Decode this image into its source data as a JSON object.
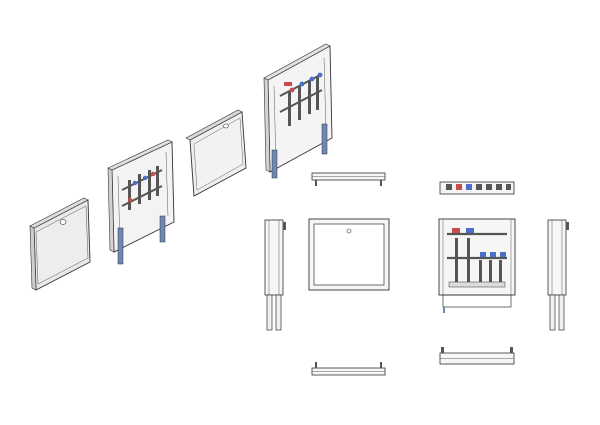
{
  "drawing": {
    "views": [
      {
        "key": "iso-door-closed",
        "kind": "isometric",
        "label": ""
      },
      {
        "key": "iso-open-manifold",
        "kind": "isometric",
        "label": ""
      },
      {
        "key": "iso-door-panel",
        "kind": "isometric",
        "label": ""
      },
      {
        "key": "iso-cabinet-manifold",
        "kind": "isometric",
        "label": ""
      },
      {
        "key": "front-door-closed",
        "kind": "orthographic",
        "label": ""
      },
      {
        "key": "front-open-manifold",
        "kind": "orthographic",
        "label": ""
      },
      {
        "key": "side-left",
        "kind": "orthographic",
        "label": ""
      },
      {
        "key": "side-right",
        "kind": "orthographic",
        "label": ""
      },
      {
        "key": "top-view",
        "kind": "orthographic",
        "label": ""
      },
      {
        "key": "bottom-view",
        "kind": "orthographic",
        "label": ""
      },
      {
        "key": "top-view-manifold",
        "kind": "orthographic",
        "label": ""
      },
      {
        "key": "bottom-view-manifold",
        "kind": "orthographic",
        "label": ""
      }
    ],
    "colors": {
      "line": "#3a3a3a",
      "door_fill": "#ececec",
      "frame_fill": "#f6f6f6",
      "pipe_blue": "#4a6fc7",
      "pipe_red": "#c94a4a",
      "legs": "#6f86b8"
    }
  }
}
